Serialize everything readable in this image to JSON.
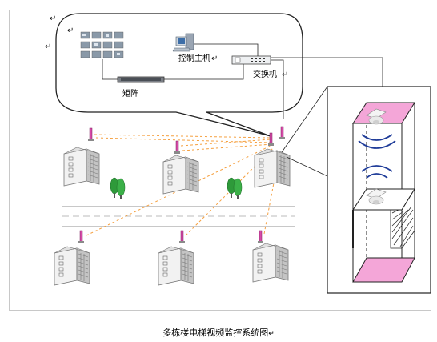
{
  "labels": {
    "control_host": "控制主机",
    "switch": "交换机",
    "matrix": "矩阵"
  },
  "caption": "多栋楼电梯视频监控系统图",
  "marks": {
    "paragraph_mark": "↵"
  },
  "colors": {
    "wireless_link": "#f5a040",
    "wave": "#1f3c99",
    "elevator_pink": "#f4a6d8",
    "tree": "#2e9a3a",
    "road": "#cfcfcf"
  },
  "icons": [
    "monitor-wall-icon",
    "computer-icon",
    "switch-icon",
    "matrix-icon",
    "building-icon",
    "antenna-icon",
    "tree-icon",
    "camera-icon",
    "elevator-shaft-icon"
  ]
}
